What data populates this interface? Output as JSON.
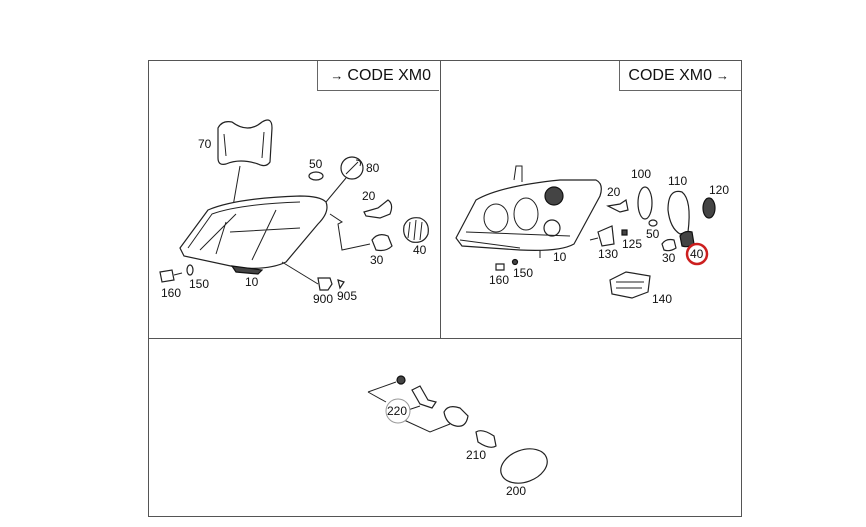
{
  "diagram": {
    "type": "parts-exploded-view",
    "panels": {
      "top_left": {
        "code_label": "CODE XM0",
        "arrow": "right-arrow-before",
        "parts": [
          "70",
          "50",
          "80",
          "20",
          "30",
          "40",
          "160",
          "150",
          "10",
          "900",
          "905"
        ]
      },
      "top_right": {
        "code_label": "CODE XM0",
        "arrow": "right-arrow-after",
        "parts": [
          "100",
          "110",
          "120",
          "20",
          "125",
          "130",
          "50",
          "30",
          "40",
          "10",
          "160",
          "150",
          "140"
        ],
        "highlighted_part": "40",
        "highlight_color": "#cc1f1f"
      },
      "bottom": {
        "parts": [
          "220",
          "210",
          "200"
        ]
      }
    },
    "labels": {
      "tl_70": "70",
      "tl_50": "50",
      "tl_80": "80",
      "tl_20": "20",
      "tl_30": "30",
      "tl_40": "40",
      "tl_160": "160",
      "tl_150": "150",
      "tl_10": "10",
      "tl_900": "900",
      "tl_905": "905",
      "tr_100": "100",
      "tr_110": "110",
      "tr_120": "120",
      "tr_20": "20",
      "tr_125": "125",
      "tr_130": "130",
      "tr_50": "50",
      "tr_30": "30",
      "tr_40": "40",
      "tr_10": "10",
      "tr_160": "160",
      "tr_150": "150",
      "tr_140": "140",
      "b_220": "220",
      "b_210": "210",
      "b_200": "200"
    }
  }
}
